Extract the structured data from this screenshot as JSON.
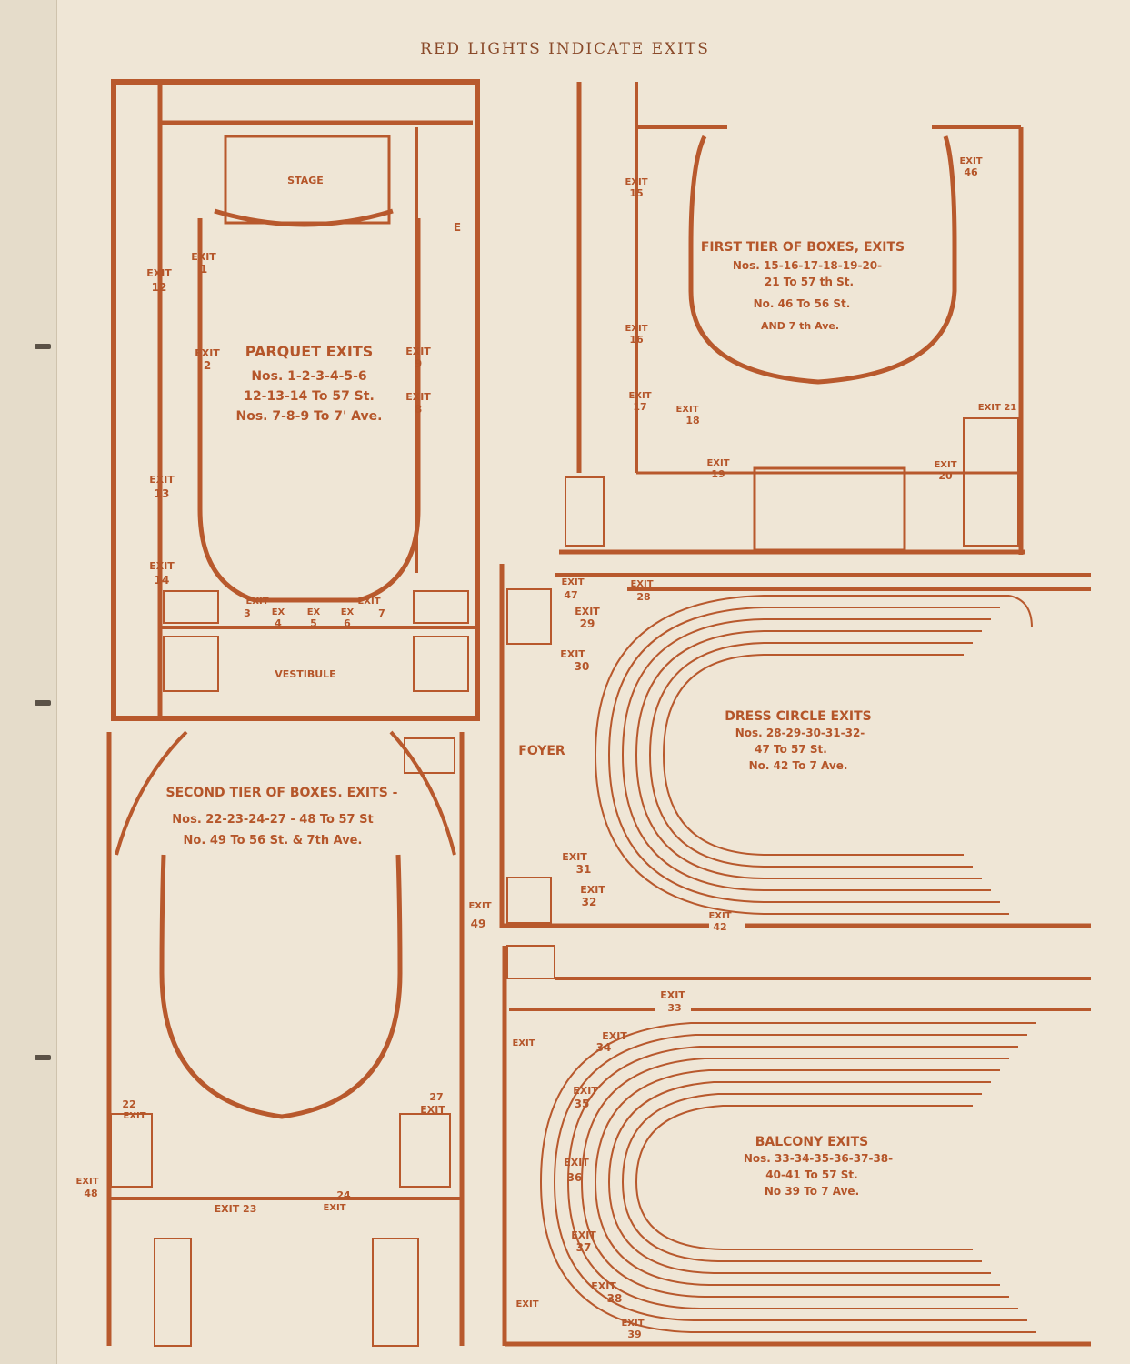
{
  "header": {
    "title": "RED LIGHTS INDICATE EXITS"
  },
  "colors": {
    "ink": "#b8592d",
    "paper": "#efe6d6"
  },
  "parquet": {
    "stage": "STAGE",
    "vestibule": "VESTIBULE",
    "legend": [
      "PARQUET EXITS",
      "Nos. 1-2-3-4-5-6",
      "12-13-14 To 57 St.",
      "Nos. 7-8-9 To 7' Ave."
    ],
    "exit_word": "EXIT",
    "ex_word": "EX",
    "n1": "1",
    "n2": "2",
    "n3": "3",
    "n4": "4",
    "n5": "5",
    "n6": "6",
    "n7": "7",
    "n8": "8",
    "n9": "9",
    "n12": "12",
    "n13": "13",
    "n14": "14",
    "e_mark": "E"
  },
  "first_tier": {
    "legend": [
      "FIRST TIER OF BOXES, EXITS",
      "Nos. 15-16-17-18-19-20-",
      "21 To 57 th St.",
      "No. 46 To 56 St.",
      "AND 7 th Ave."
    ],
    "exit_word": "EXIT",
    "n15": "15",
    "n16": "16",
    "n17": "17",
    "n18": "18",
    "n19": "19",
    "n20": "20",
    "n21": "EXIT 21",
    "n46": "46"
  },
  "dress_circle": {
    "foyer": "FOYER",
    "legend": [
      "DRESS CIRCLE EXITS",
      "Nos. 28-29-30-31-32-",
      "47 To 57 St.",
      "No. 42 To 7 Ave."
    ],
    "exit_word": "EXIT",
    "n28": "28",
    "n29": "29",
    "n30": "30",
    "n31": "31",
    "n32": "32",
    "n42": "42",
    "n47": "47"
  },
  "second_tier": {
    "legend": [
      "SECOND TIER OF BOXES. EXITS -",
      "Nos. 22-23-24-27 - 48 To 57 St",
      "No. 49 To 56 St. & 7th Ave."
    ],
    "exit_word": "EXIT",
    "n22": "22",
    "n23": "EXIT 23",
    "n24": "24",
    "n27": "27",
    "n48": "48",
    "n49": "49"
  },
  "balcony": {
    "legend": [
      "BALCONY EXITS",
      "Nos. 33-34-35-36-37-38-",
      "40-41 To 57 St.",
      "No 39 To 7 Ave."
    ],
    "exit_word": "EXIT",
    "exit_left": "EXIT",
    "exit_bottom_left": "EXIT",
    "n33": "33",
    "n34": "34",
    "n35": "35",
    "n36": "36",
    "n37": "37",
    "n38": "38",
    "n39": "39"
  }
}
